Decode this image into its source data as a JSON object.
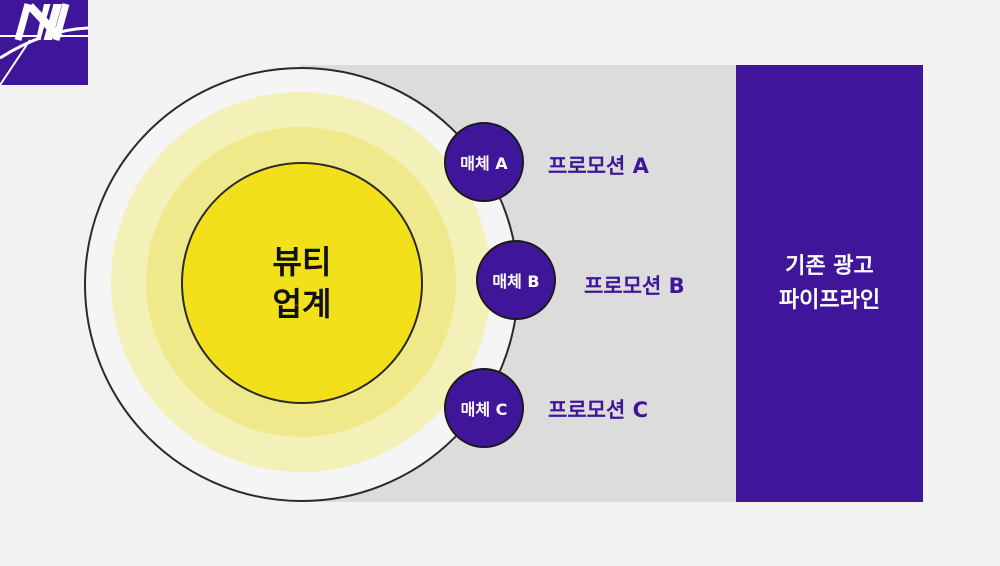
{
  "colors": {
    "background": "#f2f2f2",
    "band": "#dcdcdc",
    "purple": "#3f169a",
    "core_yellow": "#f2e11a",
    "halo_light": "#f4f1b8",
    "halo_mid": "#efe98c"
  },
  "logo": {
    "icon": "n-logo-icon"
  },
  "core": {
    "label": "뷰티\n업계"
  },
  "media": [
    {
      "label": "매체 A"
    },
    {
      "label": "매체 B"
    },
    {
      "label": "매체 C"
    }
  ],
  "promotions": [
    {
      "label": "프로모션 A"
    },
    {
      "label": "프로모션 B"
    },
    {
      "label": "프로모션 C"
    }
  ],
  "pipeline": {
    "label": "기존 광고\n파이프라인"
  }
}
